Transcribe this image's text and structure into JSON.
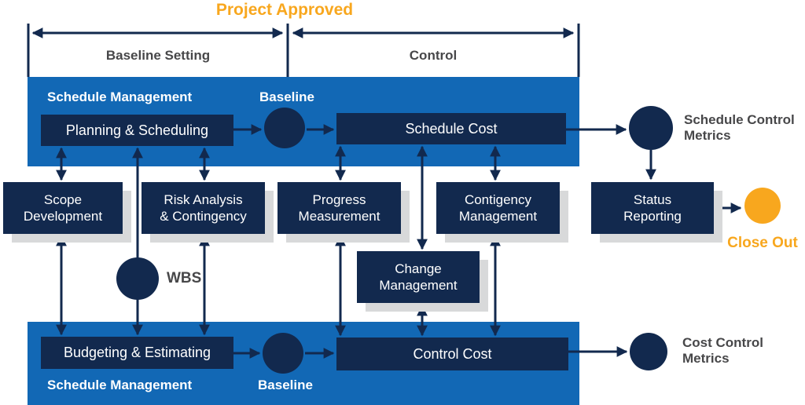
{
  "title": "Project Approved",
  "phases": {
    "left": "Baseline Setting",
    "right": "Control"
  },
  "top_band": {
    "section_label": "Schedule Management",
    "baseline_label": "Baseline",
    "planning_box": "Planning & Scheduling",
    "schedule_cost_box": "Schedule Cost"
  },
  "middle": {
    "scope_box": "Scope\nDevelopment",
    "risk_box": "Risk Analysis\n& Contingency",
    "progress_box": "Progress\nMeasurement",
    "contingency_box": "Contigency\nManagement",
    "change_box": "Change\nManagement",
    "status_box": "Status\nReporting",
    "wbs_label": "WBS"
  },
  "bottom_band": {
    "section_label": "Schedule Management",
    "baseline_label": "Baseline",
    "budgeting_box": "Budgeting & Estimating",
    "control_cost_box": "Control Cost"
  },
  "outputs": {
    "schedule_metrics": "Schedule Control\nMetrics",
    "cost_metrics": "Cost Control\nMetrics",
    "close_out": "Close Out"
  },
  "colors": {
    "band_blue": "#1268B5",
    "navy": "#12294E",
    "orange": "#F8A71E",
    "text_gray": "#474749",
    "shadow_gray": "#D8D9DA"
  }
}
